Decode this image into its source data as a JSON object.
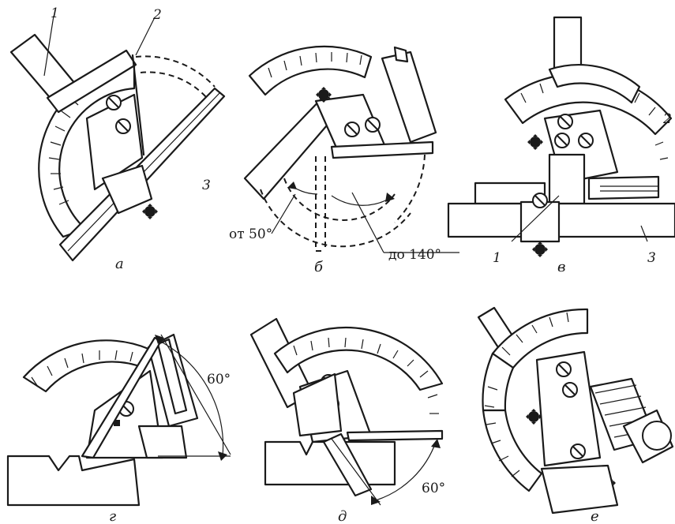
{
  "panels": [
    {
      "id": "a",
      "caption": "а",
      "callouts": [
        "1",
        "2",
        "3"
      ]
    },
    {
      "id": "b",
      "caption": "б",
      "angle_from": "от 50°",
      "angle_to": "до 140°"
    },
    {
      "id": "v",
      "caption": "в",
      "callouts": [
        "1",
        "3",
        "2"
      ]
    },
    {
      "id": "g",
      "caption": "г",
      "angle": "60°"
    },
    {
      "id": "d",
      "caption": "д",
      "angle": "60°"
    },
    {
      "id": "e",
      "caption": "е"
    }
  ]
}
